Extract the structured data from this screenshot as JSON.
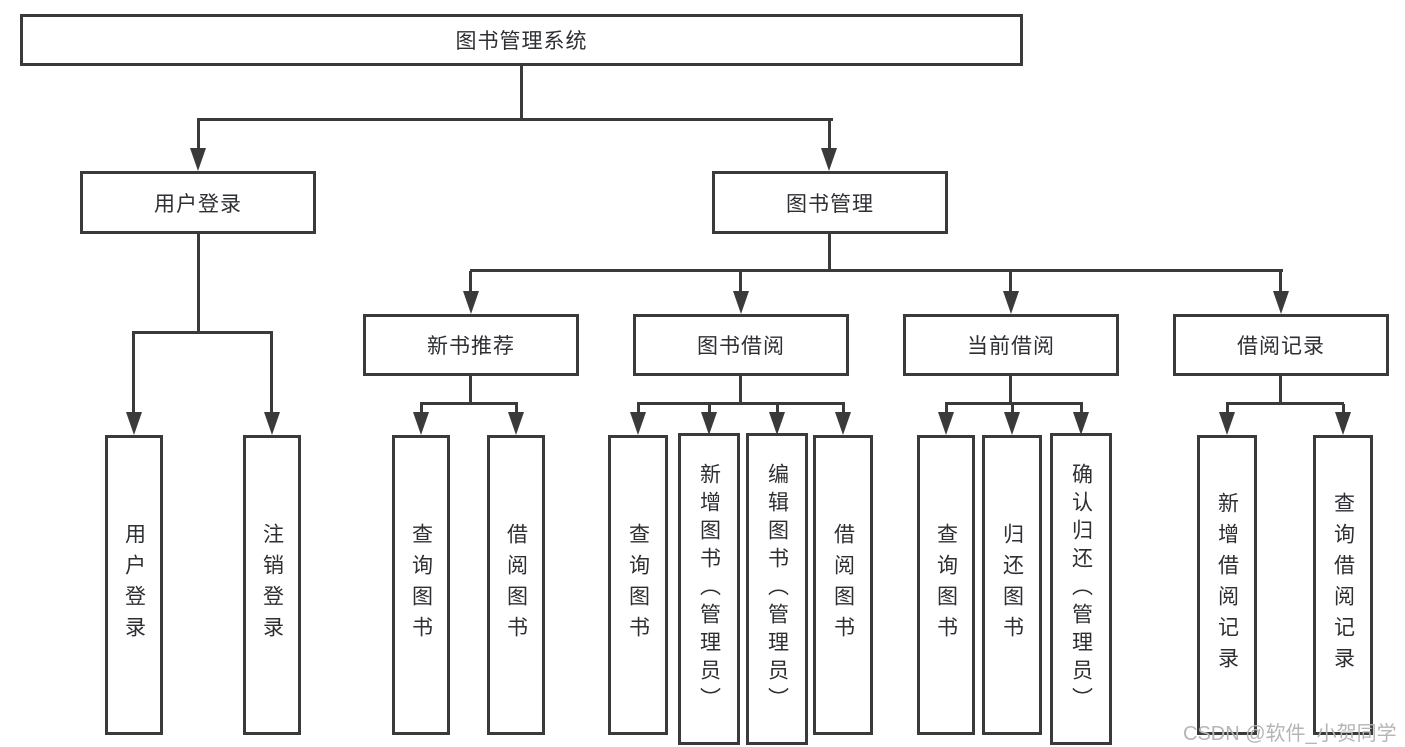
{
  "diagram": {
    "root": {
      "label": "图书管理系统"
    },
    "level2": [
      {
        "label": "用户登录"
      },
      {
        "label": "图书管理"
      }
    ],
    "level3": [
      {
        "label": "新书推荐"
      },
      {
        "label": "图书借阅"
      },
      {
        "label": "当前借阅"
      },
      {
        "label": "借阅记录"
      }
    ],
    "leaves": {
      "user_login": [
        "用户登录",
        "注销登录"
      ],
      "new_books": [
        "查询图书",
        "借阅图书"
      ],
      "book_borrow": [
        "查询图书",
        "新增图书（管理员）",
        "编辑图书（管理员）",
        "借阅图书"
      ],
      "current_borrow": [
        "查询图书",
        "归还图书",
        "确认归还（管理员）"
      ],
      "borrow_records": [
        "新增借阅记录",
        "查询借阅记录"
      ]
    },
    "colors": {
      "line": "#3a3a3a",
      "text": "#2d2f33",
      "watermark": "#b5b5b5"
    }
  },
  "watermark": "CSDN @软件_小贺同学"
}
